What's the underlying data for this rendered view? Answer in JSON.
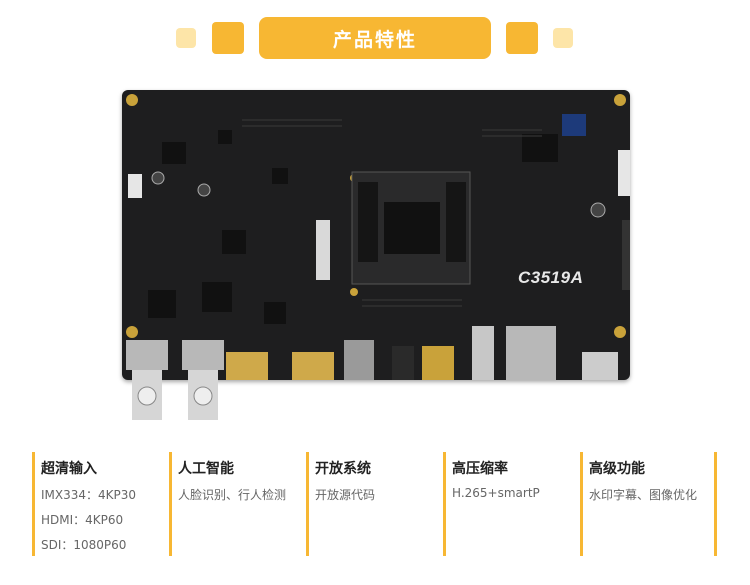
{
  "header": {
    "title": "产品特性"
  },
  "board": {
    "label": "C3519A"
  },
  "features": [
    {
      "title": "超清输入",
      "lines": [
        "IMX334：4KP30",
        "HDMI：4KP60",
        "SDI：1080P60"
      ]
    },
    {
      "title": "人工智能",
      "lines": [
        "人脸识别、行人检测"
      ]
    },
    {
      "title": "开放系统",
      "lines": [
        "开放源代码"
      ]
    },
    {
      "title": "高压缩率",
      "lines": [
        "H.265+smartP"
      ]
    },
    {
      "title": "高级功能",
      "lines": [
        "水印字幕、图像优化"
      ]
    }
  ],
  "colors": {
    "accent": "#f7b733",
    "accent_light": "#fde5a8",
    "board": "#1e1e1f"
  }
}
